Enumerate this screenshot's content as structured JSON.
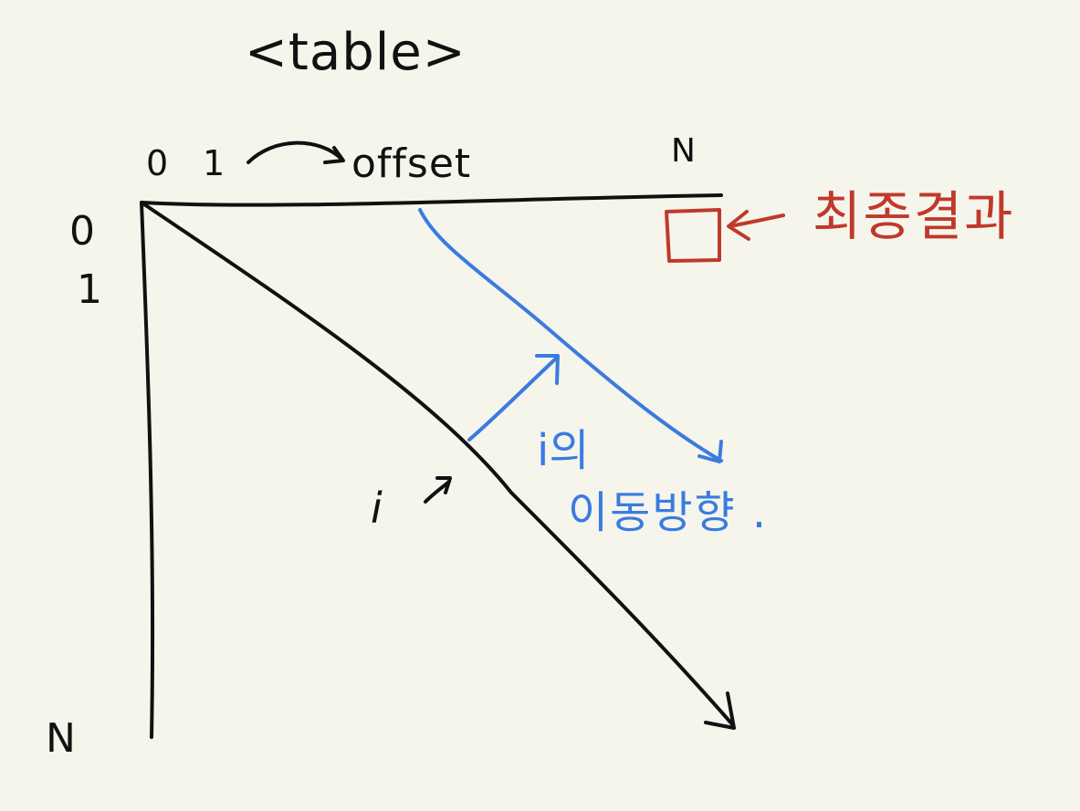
{
  "title": "<table>",
  "top_axis": {
    "zero": "0",
    "one": "1",
    "offset": "offset",
    "n": "N"
  },
  "left_axis": {
    "zero": "0",
    "one": "1",
    "n": "N"
  },
  "i_label": "i",
  "i_direction": {
    "line1": "i의",
    "line2": "이동방향 ."
  },
  "final_result": "최종결과",
  "colors": {
    "ink": "#111111",
    "blue": "#3b7be0",
    "red": "#c0392b",
    "background": "#f5f5ec"
  }
}
